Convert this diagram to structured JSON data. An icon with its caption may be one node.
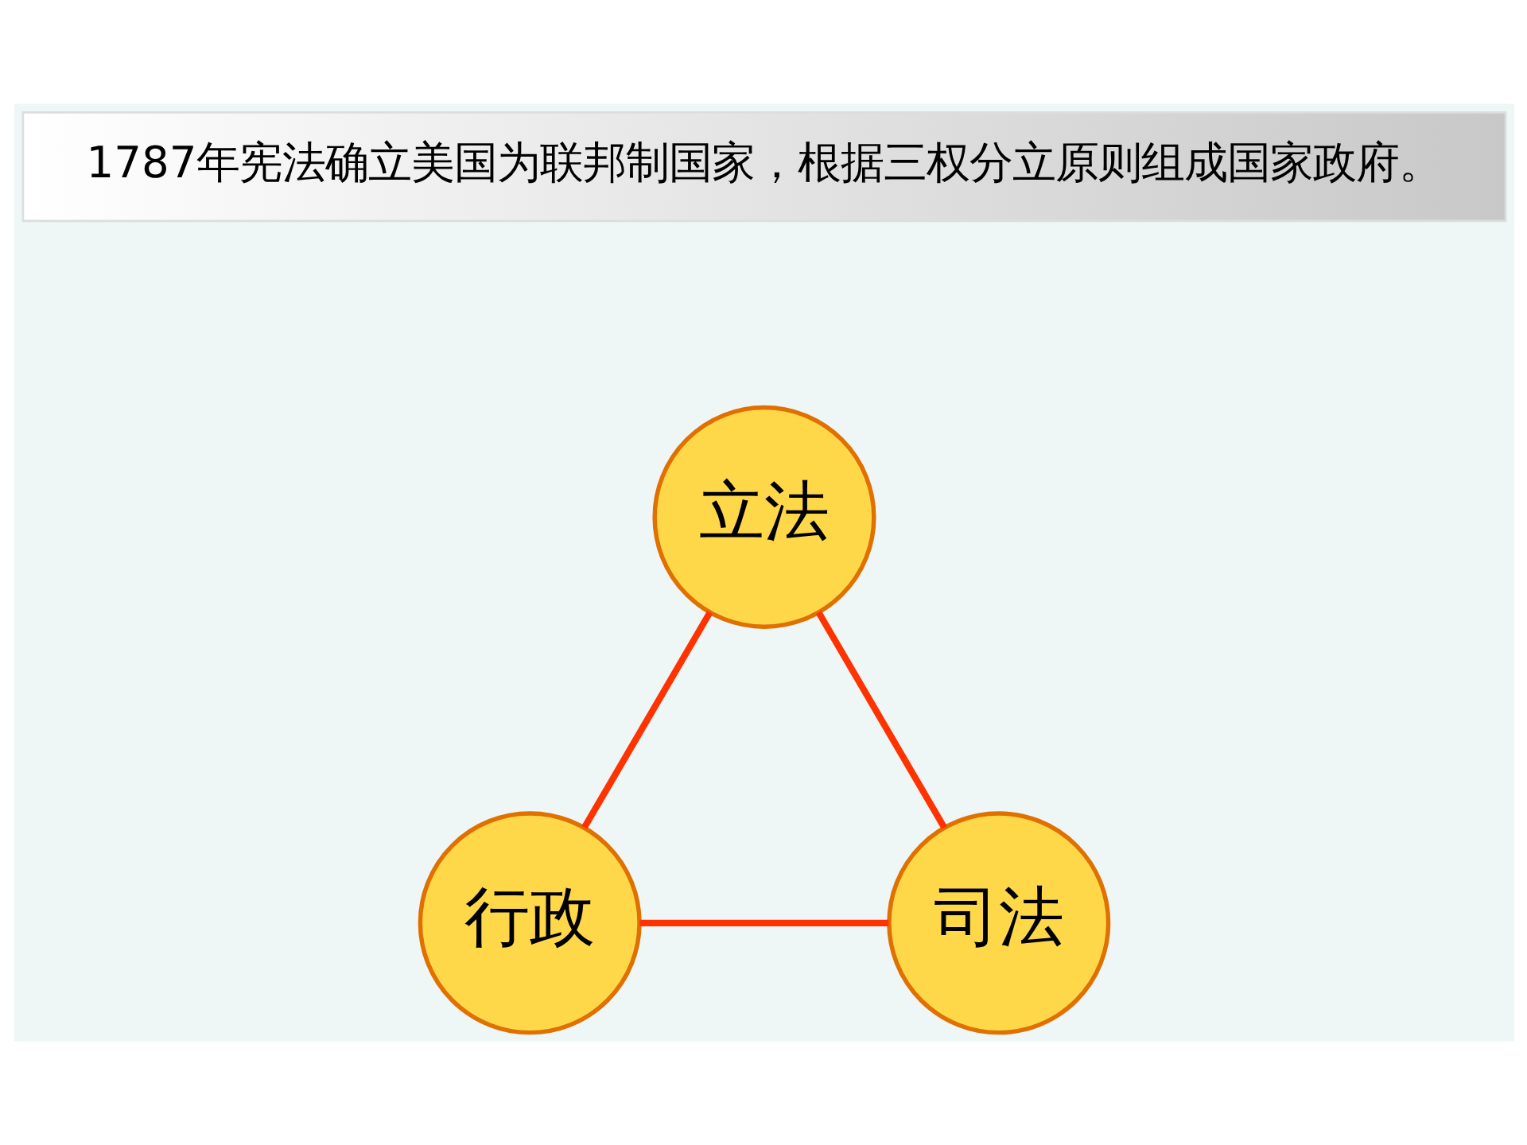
{
  "diagram": {
    "nodes": [
      {
        "text": [
          "1787年宪法确立美国为联邦制国家，根据三权分立原则组成国家政府。"
        ]
      },
      {
        "text": [
          "立法"
        ]
      },
      {
        "text": [
          "行政"
        ]
      },
      {
        "text": [
          "司法"
        ]
      }
    ],
    "edges": [
      {
        "from": 1,
        "to": 2,
        "arrow": "none"
      },
      {
        "from": 1,
        "to": 3,
        "arrow": "none"
      },
      {
        "from": 2,
        "to": 3,
        "arrow": "none"
      }
    ]
  }
}
